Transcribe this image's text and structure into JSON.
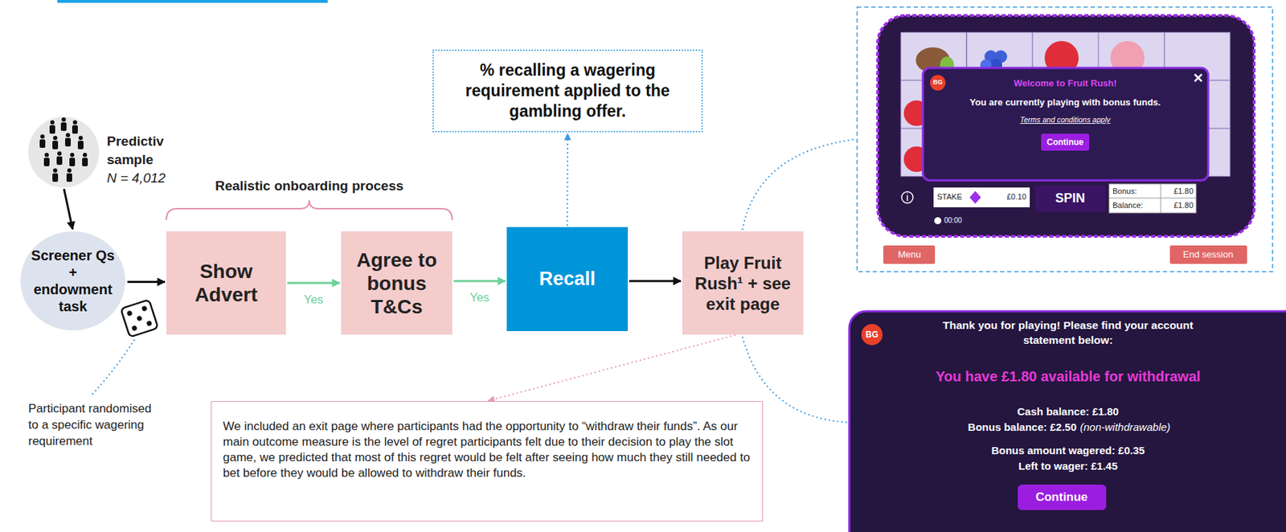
{
  "diagram": {
    "nodes": [
      {
        "text": [
          "Predictiv sample",
          "N = 4,012"
        ]
      },
      {
        "text": [
          "Screener Qs + endowment task"
        ]
      },
      {
        "text": [
          "Show Advert"
        ]
      },
      {
        "text": [
          "Agree to bonus T&Cs"
        ]
      },
      {
        "text": [
          "% recalling a wagering requirement applied to the gambling offer."
        ]
      },
      {
        "text": [
          "Recall"
        ]
      },
      {
        "text": [
          "Play Fruit Rush¹ + see exit page"
        ]
      },
      {
        "text": [
          "We included an exit page where participants had the opportunity to “withdraw their funds”. As our main outcome measure is the level of regret participants felt due to their decision to play the slot game, we predicted that most of this regret would be felt after seeing how much they still needed to bet before they would be allowed to withdraw their funds."
        ]
      }
    ],
    "edges": [
      {
        "from": 0,
        "to": 1,
        "arrow": "to"
      },
      {
        "from": 1,
        "to": 2,
        "arrow": "to"
      },
      {
        "from": 2,
        "to": 3,
        "label": "Yes",
        "arrow": "to"
      },
      {
        "from": 3,
        "to": 5,
        "label": "Yes",
        "arrow": "to"
      },
      {
        "from": 5,
        "to": 4,
        "arrow": "to"
      },
      {
        "from": 5,
        "to": 6,
        "arrow": "to"
      },
      {
        "from": 6,
        "to": 7,
        "arrow": "to"
      }
    ],
    "labels": [
      "Realistic onboarding process",
      "Participant randomised to a specific wagering requirement",
      "Welcome to Fruit Rush!",
      "You are currently playing with bonus funds.",
      "Terms and conditions apply",
      "Continue",
      "STAKE",
      "£0.10",
      "SPIN",
      "Bonus:",
      "£1.80",
      "Balance:",
      "£1.80",
      "00:00",
      "Menu",
      "End session",
      "BG",
      "BG",
      "Thank you for playing! Please find your account statement below:",
      "You have £1.80 available for withdrawal",
      "Cash balance: £1.80",
      "Bonus balance: £2.50",
      "(non-withdrawable)",
      "Bonus amount wagered: £0.35",
      "Left to wager: £1.45",
      "Continue"
    ]
  }
}
